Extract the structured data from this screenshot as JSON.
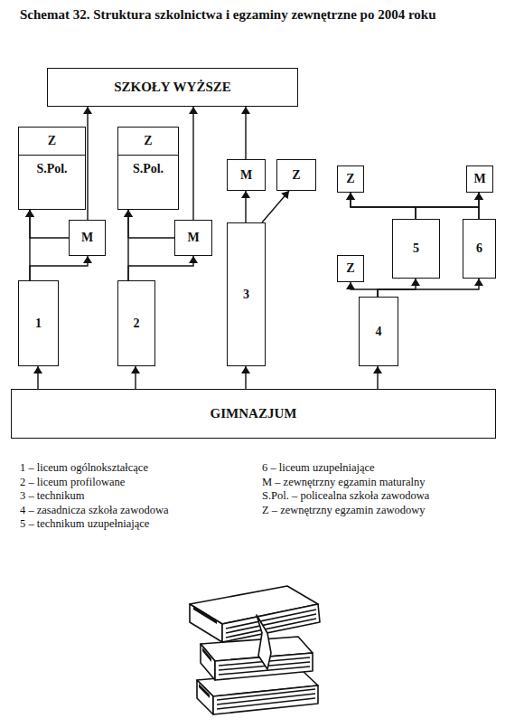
{
  "diagram": {
    "title": "Schemat 32. Struktura szkolnictwa i egzaminy zewnętrzne po 2004 roku",
    "nodes": [
      {
        "text": [
          "SZKOŁY WYŻSZE"
        ]
      },
      {
        "text": [
          "Z",
          "S.Pol."
        ]
      },
      {
        "text": [
          "Z",
          "S.Pol."
        ]
      },
      {
        "text": [
          "M"
        ]
      },
      {
        "text": [
          "Z"
        ]
      },
      {
        "text": [
          "Z"
        ]
      },
      {
        "text": [
          "M"
        ]
      },
      {
        "text": [
          "M"
        ]
      },
      {
        "text": [
          "M"
        ]
      },
      {
        "text": [
          "5"
        ]
      },
      {
        "text": [
          "6"
        ]
      },
      {
        "text": [
          "1"
        ]
      },
      {
        "text": [
          "2"
        ]
      },
      {
        "text": [
          "3"
        ]
      },
      {
        "text": [
          "Z"
        ]
      },
      {
        "text": [
          "4"
        ]
      },
      {
        "text": [
          "GIMNAZJUM"
        ]
      }
    ],
    "edges": [
      {
        "from": 16,
        "to": 11,
        "arrow": "to"
      },
      {
        "from": 16,
        "to": 12,
        "arrow": "to"
      },
      {
        "from": 16,
        "to": 13,
        "arrow": "to"
      },
      {
        "from": 16,
        "to": 15,
        "arrow": "to"
      },
      {
        "from": 11,
        "to": 1,
        "arrow": "to"
      },
      {
        "from": 11,
        "to": 7,
        "arrow": "to"
      },
      {
        "from": 7,
        "to": 1,
        "arrow": "to"
      },
      {
        "from": 7,
        "to": 0,
        "arrow": "to"
      },
      {
        "from": 12,
        "to": 2,
        "arrow": "to"
      },
      {
        "from": 12,
        "to": 8,
        "arrow": "to"
      },
      {
        "from": 8,
        "to": 2,
        "arrow": "to"
      },
      {
        "from": 8,
        "to": 0,
        "arrow": "to"
      },
      {
        "from": 13,
        "to": 3,
        "arrow": "to"
      },
      {
        "from": 13,
        "to": 4,
        "arrow": "to"
      },
      {
        "from": 3,
        "to": 0,
        "arrow": "to"
      },
      {
        "from": 15,
        "to": 14,
        "arrow": "to"
      },
      {
        "from": 15,
        "to": 9,
        "arrow": "to"
      },
      {
        "from": 15,
        "to": 10,
        "arrow": "to"
      },
      {
        "from": 9,
        "to": 5,
        "arrow": "to"
      },
      {
        "from": 9,
        "to": 6,
        "arrow": "to"
      },
      {
        "from": 10,
        "to": 5,
        "arrow": "to"
      },
      {
        "from": 10,
        "to": 6,
        "arrow": "to"
      }
    ],
    "legend": [
      {
        "text": "1 – liceum ogólnokształcące"
      },
      {
        "text": "2 – liceum profilowane"
      },
      {
        "text": "3 – technikum"
      },
      {
        "text": "4 – zasadnicza szkoła zawodowa"
      },
      {
        "text": "5 – technikum uzupełniające"
      },
      {
        "text": "6 – liceum uzupełniające"
      },
      {
        "text": "M – zewnętrzny egzamin maturalny"
      },
      {
        "text": "S.Pol. – policealna szkoła zawodowa"
      },
      {
        "text": "Z – zewnętrzny egzamin zawodowy"
      }
    ]
  }
}
